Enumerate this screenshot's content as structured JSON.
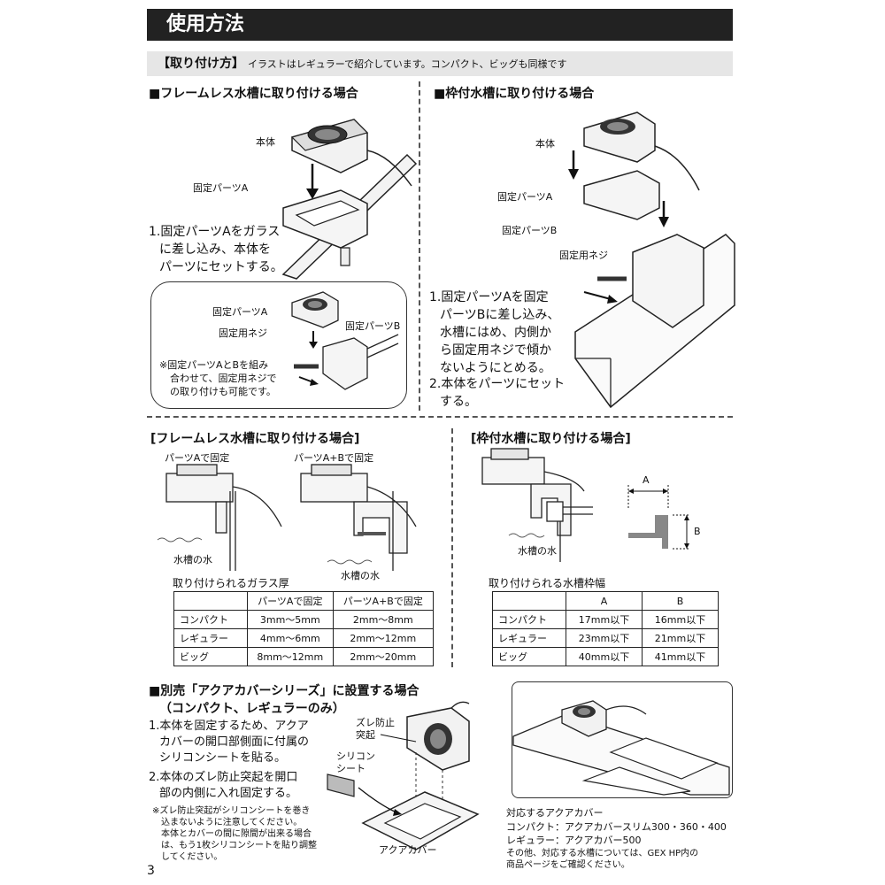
{
  "header": {
    "title": "使用方法",
    "sub_label": "【取り付け方】",
    "sub_text": "イラストはレギュラーで紹介しています。コンパクト、ビッグも同様です"
  },
  "frameless": {
    "heading": "■フレームレス水槽に取り付ける場合",
    "label_body": "本体",
    "label_partA": "固定パーツA",
    "step1": [
      "1.固定パーツAをガラス",
      "に差し込み、本体を",
      "パーツにセットする。"
    ],
    "inset": {
      "label_partA": "固定パーツA",
      "label_screw": "固定用ネジ",
      "label_partB": "固定パーツB",
      "note": [
        "※固定パーツAとBを組み",
        "合わせて、固定用ネジで",
        "の取り付けも可能です。"
      ]
    }
  },
  "framed": {
    "heading": "■枠付水槽に取り付ける場合",
    "label_body": "本体",
    "label_partA": "固定パーツA",
    "label_partB": "固定パーツB",
    "label_screw": "固定用ネジ",
    "step1": [
      "1.固定パーツAを固定",
      "パーツBに差し込み、",
      "水槽にはめ、内側か",
      "ら固定用ネジで傾か",
      "ないようにとめる。"
    ],
    "step2": [
      "2.本体をパーツにセット",
      "する。"
    ]
  },
  "frameless_detail": {
    "heading": "[フレームレス水槽に取り付ける場合]",
    "label_a": "パーツAで固定",
    "label_ab": "パーツA+Bで固定",
    "water1": "水槽の水",
    "water2": "水槽の水",
    "table_title": "取り付けられるガラス厚",
    "columns": [
      "",
      "パーツAで固定",
      "パーツA+Bで固定"
    ],
    "rows": [
      [
        "コンパクト",
        "3mm～5mm",
        "2mm～8mm"
      ],
      [
        "レギュラー",
        "4mm～6mm",
        "2mm～12mm"
      ],
      [
        "ビッグ",
        "8mm～12mm",
        "2mm～20mm"
      ]
    ]
  },
  "framed_detail": {
    "heading": "[枠付水槽に取り付ける場合]",
    "water": "水槽の水",
    "dim_a": "A",
    "dim_b": "B",
    "table_title": "取り付けられる水槽枠幅",
    "columns": [
      "",
      "A",
      "B"
    ],
    "rows": [
      [
        "コンパクト",
        "17mm以下",
        "16mm以下"
      ],
      [
        "レギュラー",
        "23mm以下",
        "21mm以下"
      ],
      [
        "ビッグ",
        "40mm以下",
        "41mm以下"
      ]
    ]
  },
  "aquacover": {
    "heading1": "■別売「アクアカバーシリーズ」に設置する場合",
    "heading2": "（コンパクト、レギュラーのみ）",
    "step1": [
      "1.本体を固定するため、アクア",
      "カバーの開口部側面に付属の",
      "シリコンシートを貼る。"
    ],
    "step2": [
      "2.本体のズレ防止突起を開口",
      "部の内側に入れ固定する。"
    ],
    "note": [
      "※ズレ防止突起がシリコンシートを巻き",
      "込まないように注意してください。",
      "本体とカバーの間に隙間が出来る場合",
      "は、もう1枚シリコンシートを貼り調整",
      "してください。"
    ],
    "label_protrusion": [
      "ズレ防止",
      "突起"
    ],
    "label_sheet": [
      "シリコン",
      "シート"
    ],
    "label_cover": "アクアカバー",
    "compat_title": "対応するアクアカバー",
    "compat_compact": "コンパクト：アクアカバースリム300・360・400",
    "compat_regular": "レギュラー：アクアカバー500",
    "compat_note": [
      "その他、対応する水槽については、GEX HP内の",
      "商品ページをご確認ください。"
    ]
  },
  "page_number": "3"
}
